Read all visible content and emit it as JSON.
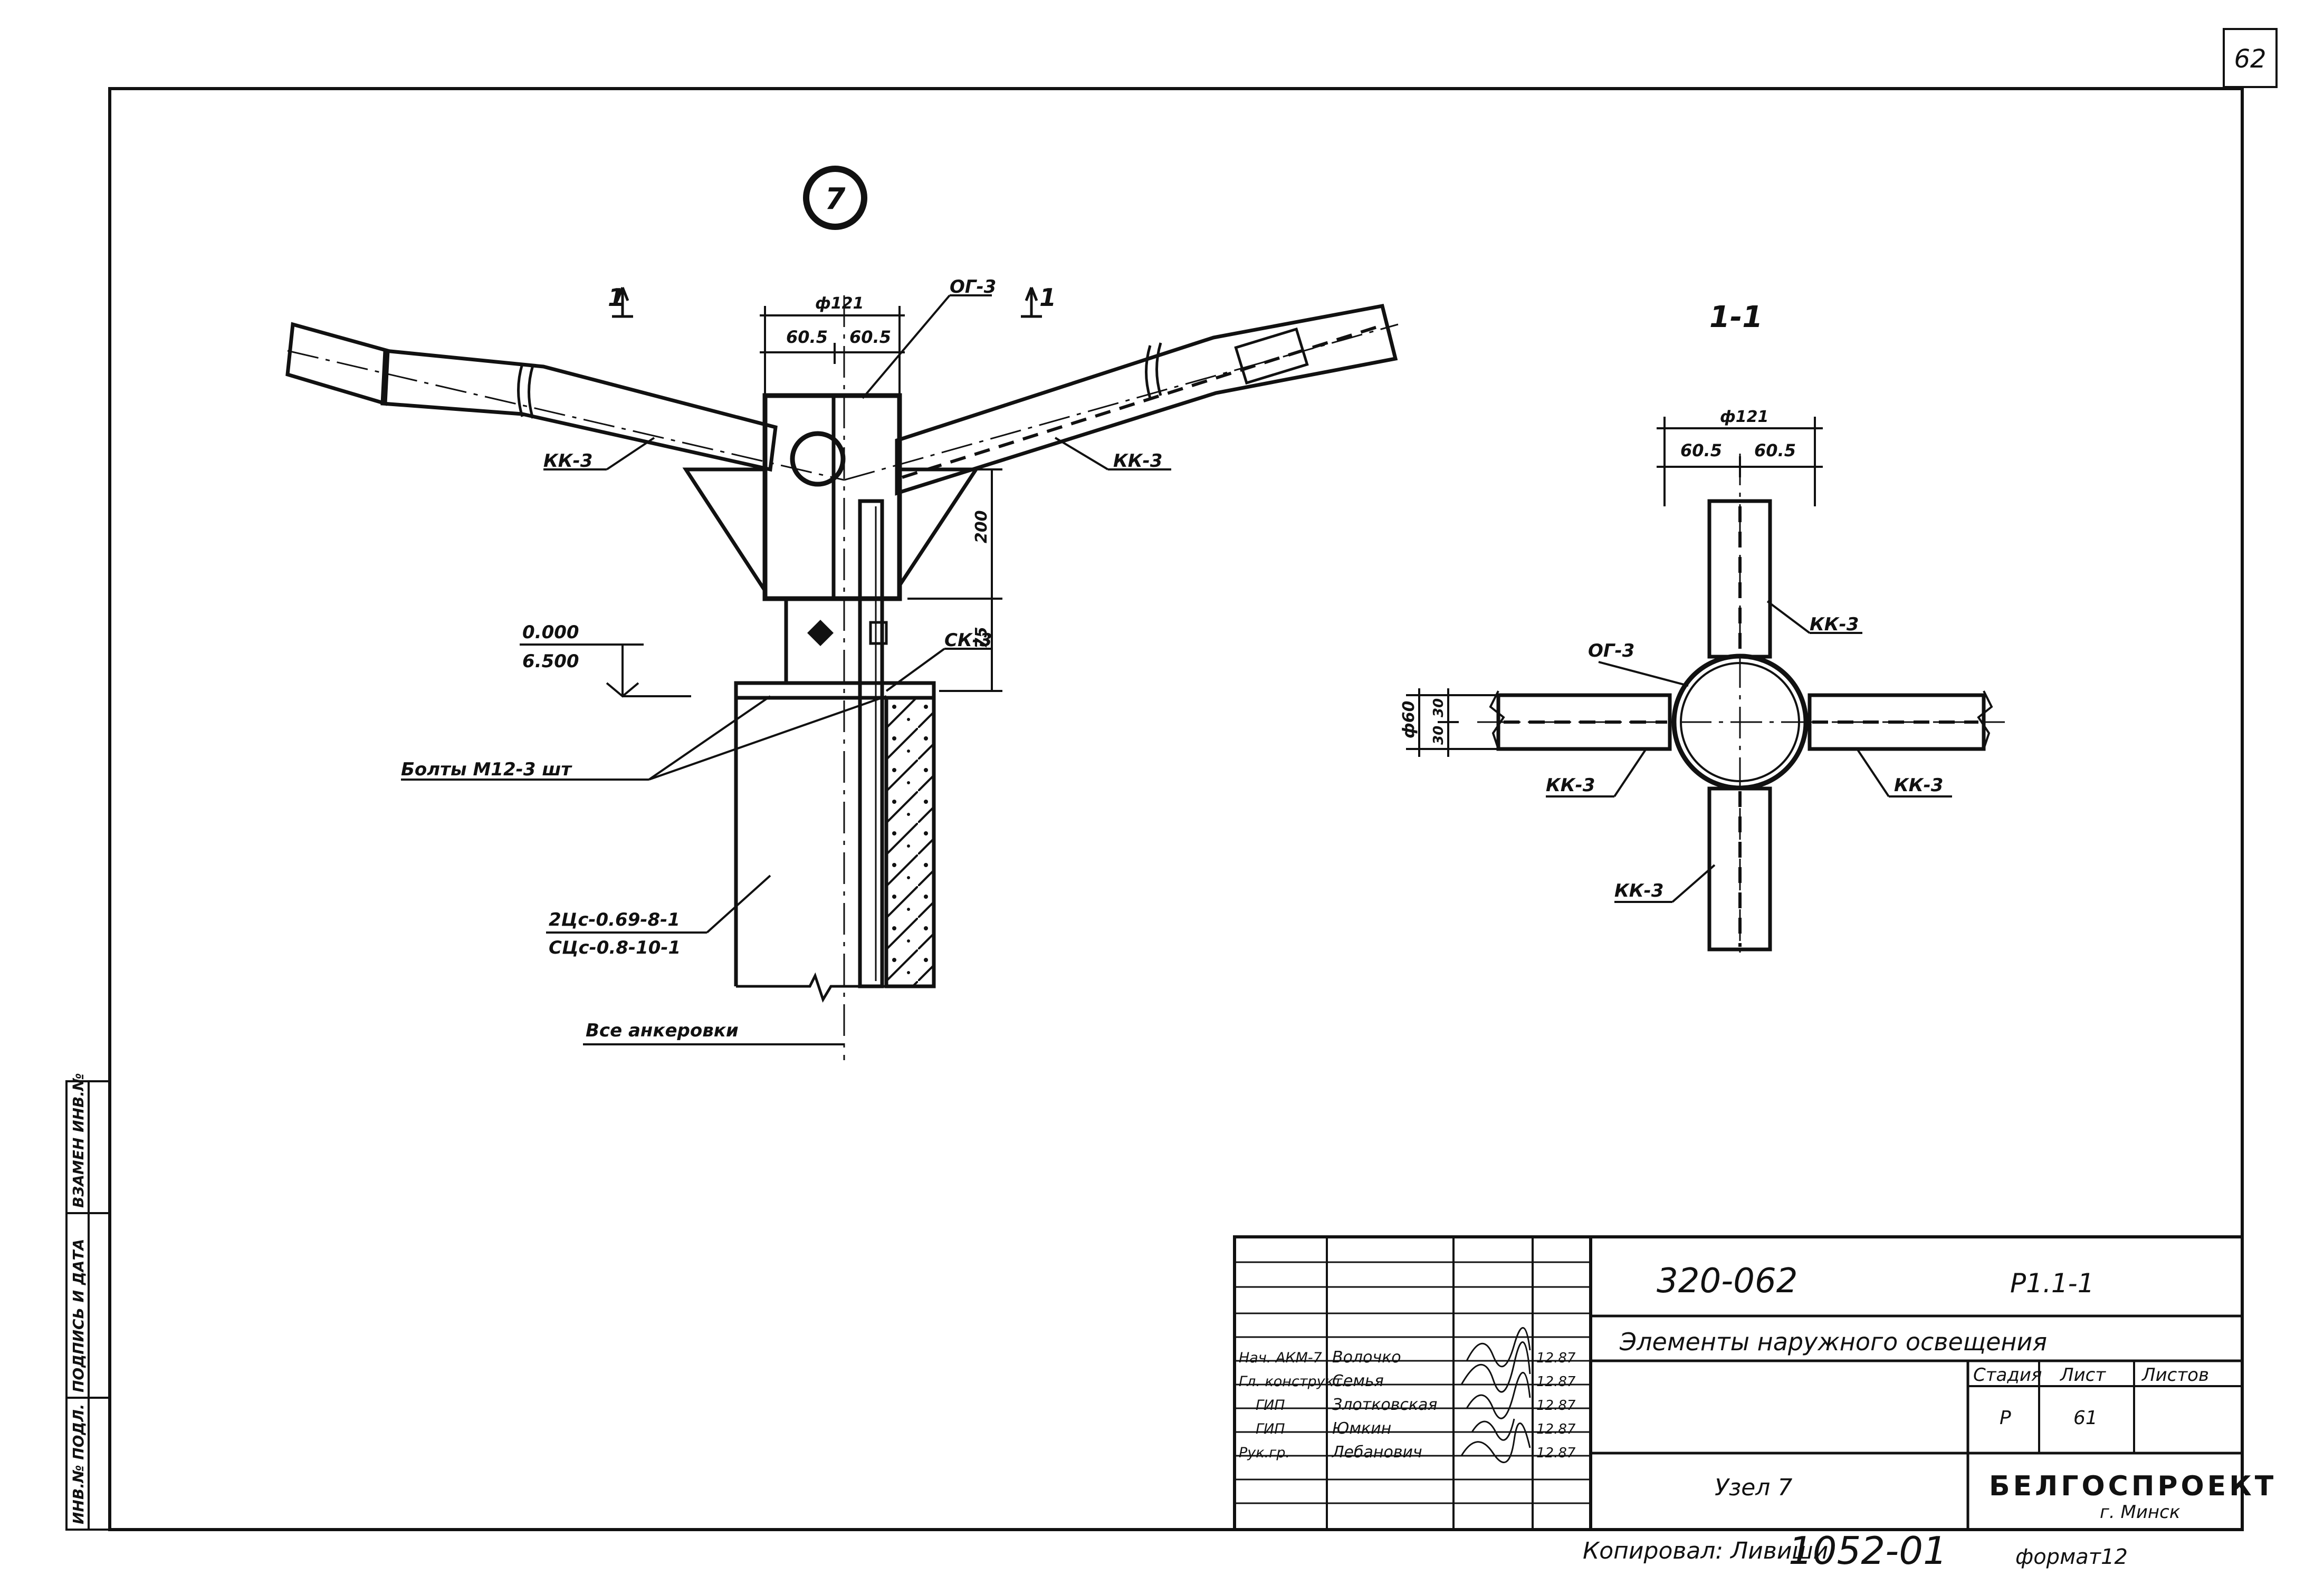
{
  "sheet": {
    "page_number": "62",
    "format_note": "формат12",
    "copied_by": "Копировал: Ливиши",
    "copy_number": "1052-01"
  },
  "side_strip": {
    "inv_no": "ИНВ.№ ПОДЛ.",
    "signature_date": "ПОДПИСЬ И ДАТА",
    "replaced_inv": "ВЗАМЕН ИНВ.№"
  },
  "node": {
    "number": "7",
    "section_mark": "1"
  },
  "elevation": {
    "dims": {
      "diameter": "ф121",
      "left_half": "60.5",
      "right_half": "60.5",
      "height_200": "200",
      "height_75": "75"
    },
    "labels": {
      "og": "ОГ-3",
      "kk_left": "КК-3",
      "kk_right": "КК-3",
      "sk": "СК-3",
      "level_top": "0.000",
      "level_bottom": "6.500",
      "bolts": "Болты М12-3 шт",
      "column_a": "2Цс-0.69-8-1",
      "column_b": "СЦс-0.8-10-1",
      "anchor": "Все анкеровки"
    }
  },
  "section": {
    "title": "1-1",
    "dims": {
      "diameter": "ф121",
      "left_half": "60.5",
      "right_half": "60.5",
      "arm": "ф60",
      "arm_half_a": "30",
      "arm_half_b": "30"
    },
    "labels": {
      "og": "ОГ-3",
      "kk_top": "КК-3",
      "kk_left": "КК-3",
      "kk_right": "КК-3",
      "kk_bottom": "КК-3"
    }
  },
  "title_block": {
    "doc_code": "320-062",
    "sheet_code": "Р1.1-1",
    "title": "Элементы наружного освещения",
    "subtitle": "Узел 7",
    "stage_header": "Стадия",
    "sheet_header": "Лист",
    "sheets_header": "Листов",
    "stage_value": "Р",
    "sheet_value": "61",
    "sheets_value": "",
    "organization": "БЕЛГОСПРОЕКТ",
    "city": "г. Минск",
    "signers": [
      {
        "role": "Нач. АКМ-7",
        "name": "Волочко",
        "date": "12.87"
      },
      {
        "role": "Гл. конструкт.",
        "name": "Семья",
        "date": "12.87"
      },
      {
        "role": "ГИП",
        "name": "Злотковская",
        "date": "12.87"
      },
      {
        "role": "ГИП",
        "name": "Юмкин",
        "date": "12.87"
      },
      {
        "role": "Рук.гр.",
        "name": "Лебанович",
        "date": "12.87"
      }
    ]
  }
}
